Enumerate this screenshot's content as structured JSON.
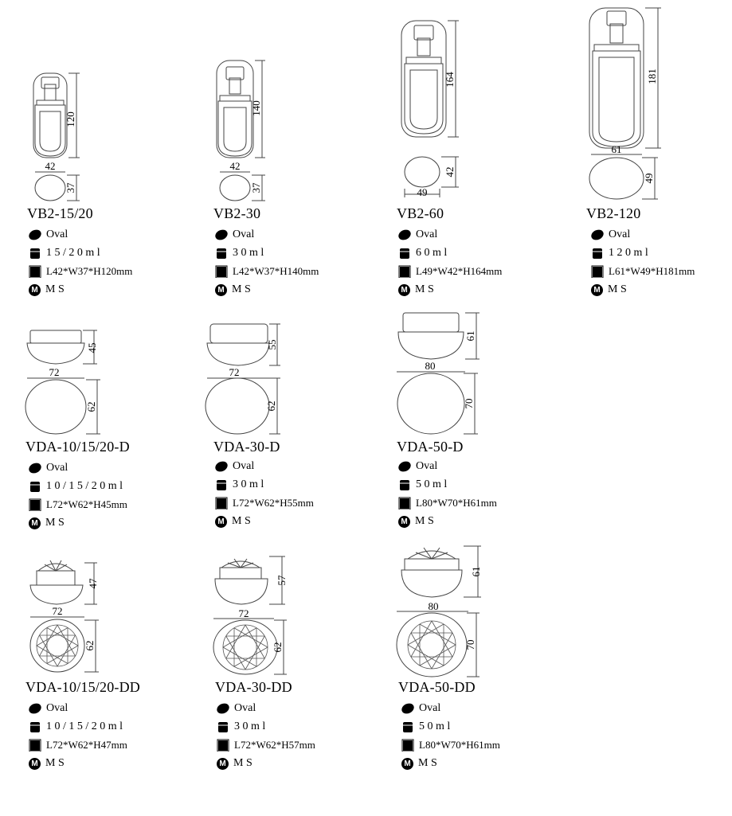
{
  "products": [
    {
      "id": "vb2-15-20",
      "model": "VB2-15/20",
      "shape": "Oval",
      "capacity": "1 5 / 2 0 m l",
      "size": "L42*W37*H120mm",
      "material": "M S",
      "dims": {
        "h": "120",
        "l": "42",
        "w": "37"
      }
    },
    {
      "id": "vb2-30",
      "model": "VB2-30",
      "shape": "Oval",
      "capacity": "3 0 m l",
      "size": "L42*W37*H140mm",
      "material": "M S",
      "dims": {
        "h": "140",
        "l": "42",
        "w": "37"
      }
    },
    {
      "id": "vb2-60",
      "model": "VB2-60",
      "shape": "Oval",
      "capacity": "6 0 m l",
      "size": "L49*W42*H164mm",
      "material": "M S",
      "dims": {
        "h": "164",
        "l": "49",
        "w": "42"
      }
    },
    {
      "id": "vb2-120",
      "model": "VB2-120",
      "shape": "Oval",
      "capacity": "1 2 0 m l",
      "size": "L61*W49*H181mm",
      "material": "M S",
      "dims": {
        "h": "181",
        "l": "61",
        "w": "49"
      }
    },
    {
      "id": "vda-10-d",
      "model": "VDA-10/15/20-D",
      "shape": "Oval",
      "capacity": "1 0 / 1 5 / 2 0 m l",
      "size": "L72*W62*H45mm",
      "material": "M S",
      "dims": {
        "h": "45",
        "l": "72",
        "w": "62"
      }
    },
    {
      "id": "vda-30-d",
      "model": "VDA-30-D",
      "shape": "Oval",
      "capacity": "3 0 m l",
      "size": "L72*W62*H55mm",
      "material": "M S",
      "dims": {
        "h": "55",
        "l": "72",
        "w": "62"
      }
    },
    {
      "id": "vda-50-d",
      "model": "VDA-50-D",
      "shape": "Oval",
      "capacity": "5 0 m l",
      "size": "L80*W70*H61mm",
      "material": "M S",
      "dims": {
        "h": "61",
        "l": "80",
        "w": "70"
      }
    },
    {
      "id": "vda-10-dd",
      "model": "VDA-10/15/20-DD",
      "shape": "Oval",
      "capacity": "1 0 / 1 5 / 2 0 m l",
      "size": "L72*W62*H47mm",
      "material": "M S",
      "dims": {
        "h": "47",
        "l": "72",
        "w": "62"
      }
    },
    {
      "id": "vda-30-dd",
      "model": "VDA-30-DD",
      "shape": "Oval",
      "capacity": "3 0 m l",
      "size": "L72*W62*H57mm",
      "material": "M S",
      "dims": {
        "h": "57",
        "l": "72",
        "w": "62"
      }
    },
    {
      "id": "vda-50-dd",
      "model": "VDA-50-DD",
      "shape": "Oval",
      "capacity": "5 0 m l",
      "size": "L80*W70*H61mm",
      "material": "M S",
      "dims": {
        "h": "61",
        "l": "80",
        "w": "70"
      }
    }
  ],
  "icons": {
    "shape": "oval-fill-icon",
    "capacity": "jar-icon",
    "size": "box-size-icon",
    "material": "material-m-icon"
  },
  "material_badge": "M"
}
